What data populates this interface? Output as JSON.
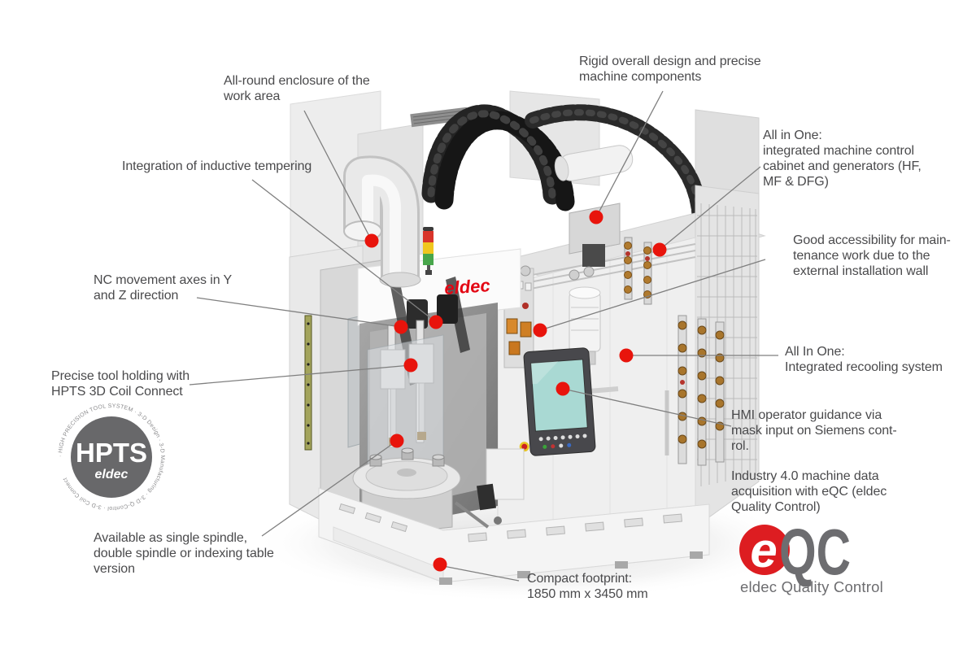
{
  "page": {
    "background": "#ffffff"
  },
  "colors": {
    "label_text": "#4a4a4c",
    "leader_line": "#7f7f7f",
    "marker_red": "#e8140c",
    "eldec_red": "#e30613",
    "logo_gray": "#6d6d70",
    "hmi_screen_teal": "#a9d9d3",
    "brass": "#b07a2e"
  },
  "callouts": [
    {
      "id": "all-round-enclosure",
      "text": "All-round enclosure of the\nwork area"
    },
    {
      "id": "rigid-design",
      "text": "Rigid overall design and precise\nmachine components"
    },
    {
      "id": "all-in-one-cabinet",
      "text": "All in One:\nintegrated machine control\ncabinet and generators (HF,\nMF & DFG)"
    },
    {
      "id": "good-accessibility",
      "text": "Good accessibility for main-\ntenance work due to the\nexternal installation wall"
    },
    {
      "id": "all-in-one-recooling",
      "text": "All In One:\nIntegrated recooling system"
    },
    {
      "id": "hmi-guidance",
      "text": "HMI operator guidance via\nmask input on Siemens cont-\nrol."
    },
    {
      "id": "industry-4-0",
      "text": "Industry 4.0 machine data\nacquisition with eQC (eldec\nQuality Control)"
    },
    {
      "id": "inductive-tempering",
      "text": "Integration of inductive tempering"
    },
    {
      "id": "nc-axes",
      "text": "NC movement axes in Y\nand Z direction"
    },
    {
      "id": "precise-tool-holding",
      "text": "Precise tool holding with\nHPTS 3D Coil Connect"
    },
    {
      "id": "spindle-versions",
      "text": "Available as single spindle,\ndouble spindle or indexing table\nversion"
    },
    {
      "id": "compact-footprint",
      "text": "Compact footprint:\n1850 mm x 3450 mm"
    }
  ],
  "machine": {
    "brand_label": "eldec"
  },
  "hpts_badge": {
    "ring_text": "· HIGH PRECISION TOOL SYSTEM · 3-D Design · 3-D Manufacturing · 3-D Q-Control · 3-D Coil Connect ",
    "acronym": "HPTS",
    "brand": "eldec"
  },
  "eqc_logo": {
    "initial": "e",
    "acronym": "QC",
    "caption": "eldec Quality Control"
  }
}
